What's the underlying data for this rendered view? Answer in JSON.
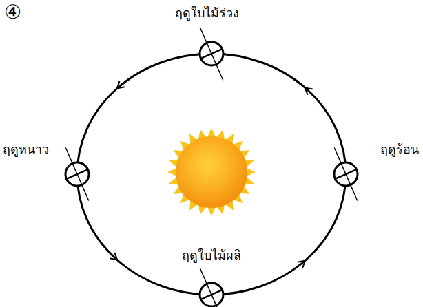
{
  "diagram": {
    "labels": [
      "④",
      "ฤดูใบไม้ร่วง",
      "ฤดูหนาว",
      "ฤดูร้อน",
      "ฤดูใบไม้ผลิ"
    ]
  }
}
